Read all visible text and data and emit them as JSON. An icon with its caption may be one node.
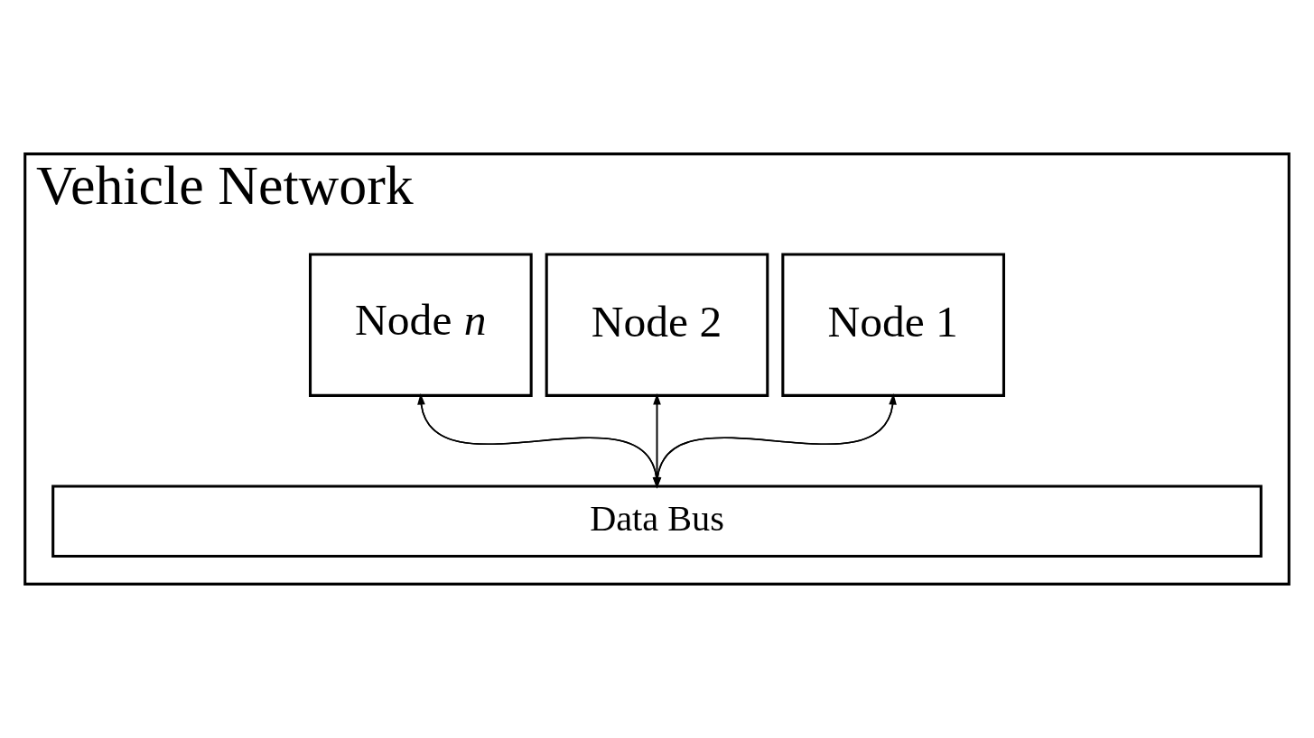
{
  "diagram": {
    "nodes": [
      {
        "text": [
          "Vehicle Network"
        ]
      },
      {
        "text": [
          "Node 1"
        ],
        "in": 0
      },
      {
        "text": [
          "Node 2"
        ],
        "in": 0
      },
      {
        "text": [
          "Node *n*"
        ],
        "in": 0
      },
      {
        "text": [
          "Data Bus"
        ],
        "in": 0
      }
    ],
    "edges": [
      {
        "from": 4,
        "to": 1,
        "arrow": "to"
      },
      {
        "from": 1,
        "to": 4,
        "arrow": "to"
      },
      {
        "from": 4,
        "to": 2,
        "arrow": "to"
      },
      {
        "from": 2,
        "to": 4,
        "arrow": "to"
      },
      {
        "from": 4,
        "to": 3,
        "arrow": "to"
      },
      {
        "from": 3,
        "to": 4,
        "arrow": "to"
      }
    ]
  }
}
